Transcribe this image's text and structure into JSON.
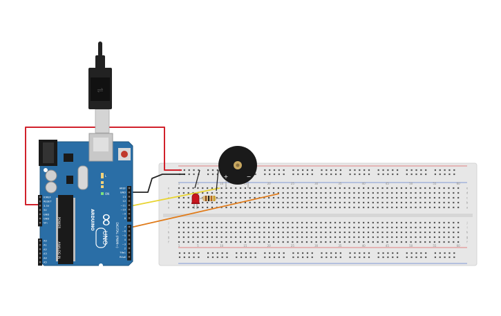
{
  "arduino": {
    "brand": "ARDUINO",
    "model": "UNO",
    "logo_text": "∞",
    "power_header_label": "POWER",
    "analog_header_label": "ANALOG IN",
    "digital_header_label": "DIGITAL (PWM~)",
    "power_pins": [
      "IOREF",
      "RESET",
      "3.3V",
      "5V",
      "GND",
      "GND",
      "Vin"
    ],
    "analog_pins": [
      "A0",
      "A1",
      "A2",
      "A3",
      "A4",
      "A5"
    ],
    "digital_pins_top": [
      "AREF",
      "GND",
      "13",
      "12",
      "~11",
      "~10",
      "~9",
      "8"
    ],
    "digital_pins_bottom": [
      "7",
      "~6",
      "~5",
      "4",
      "~3",
      "2",
      "TX▸1",
      "RX◂0"
    ],
    "status_leds": [
      "TX",
      "RX"
    ],
    "on_led_label": "ON",
    "l_led_label": "L"
  },
  "breadboard": {
    "column_numbers": [
      "1",
      "5",
      "10",
      "15",
      "20",
      "25",
      "30",
      "35",
      "40",
      "45",
      "50",
      "55",
      "60"
    ],
    "row_letters_top": [
      "a",
      "b",
      "c",
      "d",
      "e"
    ],
    "row_letters_bottom": [
      "f",
      "g",
      "h",
      "i",
      "j"
    ]
  },
  "buzzer": {
    "plus_label": "+",
    "minus_label": "−"
  },
  "colors": {
    "board_blue": "#2a6ea6",
    "board_dark": "#1e557f",
    "header_black": "#1a1a1a",
    "wire_red": "#d1202a",
    "wire_black": "#222222",
    "wire_yellow": "#e8d432",
    "wire_orange": "#e07b1a",
    "breadboard": "#e9e9e9",
    "rail_red": "#e05050",
    "rail_blue": "#5a7fd0",
    "led_red": "#c8141e",
    "resistor_body": "#d8b980",
    "buzzer": "#1a1a1a",
    "usb_gray": "#c4c4c4"
  }
}
